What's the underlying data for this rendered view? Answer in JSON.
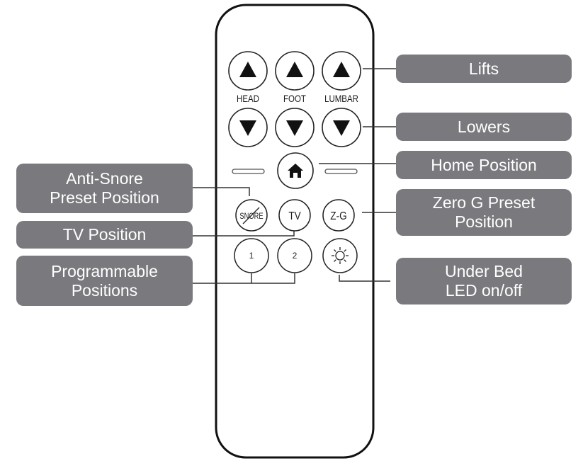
{
  "diagram": {
    "subject": "Adjustable bed remote control",
    "remote": {
      "row_labels": [
        "HEAD",
        "FOOT",
        "LUMBAR"
      ],
      "buttons": {
        "head_up": {
          "icon": "up-triangle-icon"
        },
        "foot_up": {
          "icon": "up-triangle-icon"
        },
        "lumbar_up": {
          "icon": "up-triangle-icon"
        },
        "head_down": {
          "icon": "down-triangle-icon"
        },
        "foot_down": {
          "icon": "down-triangle-icon"
        },
        "lumbar_down": {
          "icon": "down-triangle-icon"
        },
        "home": {
          "icon": "home-icon"
        },
        "snore": {
          "label": "SNORE",
          "icon": "strikethrough-slash"
        },
        "tv": {
          "label": "TV"
        },
        "zero_g": {
          "label": "Z-G"
        },
        "preset_1": {
          "label": "1"
        },
        "preset_2": {
          "label": "2"
        },
        "led": {
          "icon": "sun-icon"
        }
      }
    },
    "callouts": {
      "lifts": "Lifts",
      "lowers": "Lowers",
      "home_position": "Home Position",
      "zero_g": "Zero G Preset\nPosition",
      "under_bed_led": "Under Bed\nLED on/off",
      "anti_snore": "Anti-Snore\nPreset Position",
      "tv_position": "TV Position",
      "programmable": "Programmable\nPositions"
    },
    "colors": {
      "callout_fill": "#7a7a7e",
      "callout_text": "#ffffff",
      "outline": "#111111",
      "leader_line": "#333333"
    }
  }
}
